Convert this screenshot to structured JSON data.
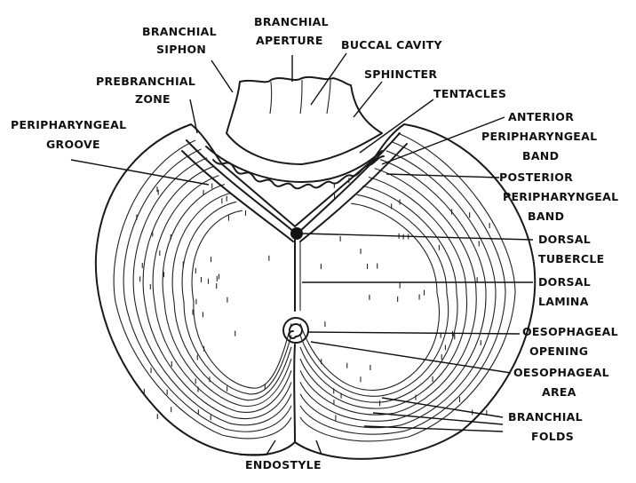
{
  "diagram": {
    "labels": {
      "branchial_siphon": [
        "BRANCHIAL",
        "SIPHON"
      ],
      "branchial_aperture": [
        "BRANCHIAL",
        "APERTURE"
      ],
      "buccal_cavity": "BUCCAL CAVITY",
      "prebranchial_zone": [
        "PREBRANCHIAL",
        "ZONE"
      ],
      "sphincter": "SPHINCTER",
      "tentacles": "TENTACLES",
      "peripharyngeal_groove": [
        "PERIPHARYNGEAL",
        "GROOVE"
      ],
      "anterior_peripharyngeal_band": [
        "ANTERIOR",
        "PERIPHARYNGEAL",
        "BAND"
      ],
      "posterior_peripharyngeal_band": [
        "POSTERIOR",
        "PERIPHARYNGEAL",
        "BAND"
      ],
      "dorsal_tubercle": [
        "DORSAL",
        "TUBERCLE"
      ],
      "dorsal_lamina": [
        "DORSAL",
        "LAMINA"
      ],
      "oesophageal_opening": [
        "OESOPHAGEAL",
        "OPENING"
      ],
      "oesophageal_area": [
        "OESOPHAGEAL",
        "AREA"
      ],
      "branchial_folds": [
        "BRANCHIAL",
        "FOLDS"
      ],
      "endostyle": "ENDOSTYLE"
    }
  }
}
